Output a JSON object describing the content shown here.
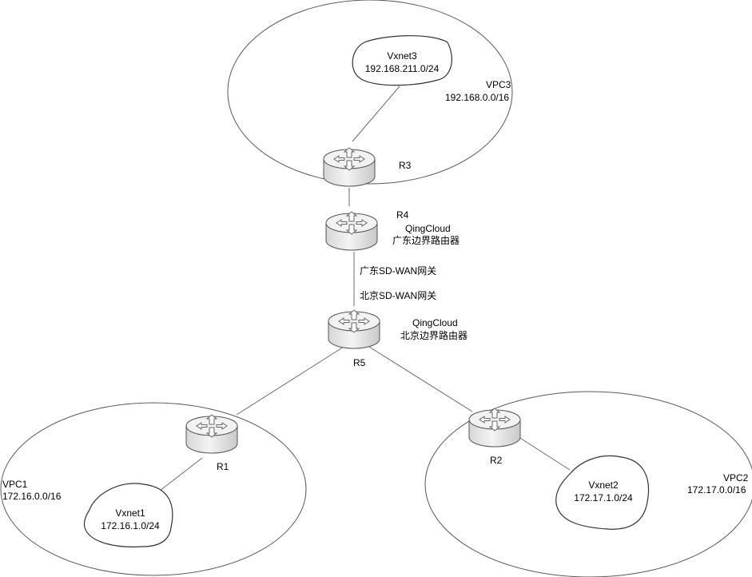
{
  "colors": {
    "router_top": "#f2f2f2",
    "router_side_light": "#ececec",
    "router_side_dark": "#cfcfcf",
    "outline": "#555555"
  },
  "vpcs": {
    "vpc3": {
      "name": "VPC3",
      "cidr": "192.168.0.0/16"
    },
    "vpc1": {
      "name": "VPC1",
      "cidr": "172.16.0.0/16"
    },
    "vpc2": {
      "name": "VPC2",
      "cidr": "172.17.0.0/16"
    }
  },
  "vxnets": {
    "vxnet3": {
      "name": "Vxnet3",
      "cidr": "192.168.211.0/24"
    },
    "vxnet1": {
      "name": "Vxnet1",
      "cidr": "172.16.1.0/24"
    },
    "vxnet2": {
      "name": "Vxnet2",
      "cidr": "172.17.1.0/24"
    }
  },
  "routers": {
    "r3": {
      "name": "R3",
      "icon": "router-icon"
    },
    "r4": {
      "name": "R4",
      "desc1": "QingCloud",
      "desc2": "广东边界路由器",
      "icon": "router-icon"
    },
    "r5": {
      "name": "R5",
      "desc1": "QingCloud",
      "desc2": "北京边界路由器",
      "icon": "router-icon"
    },
    "r1": {
      "name": "R1",
      "icon": "router-icon"
    },
    "r2": {
      "name": "R2",
      "icon": "router-icon"
    }
  },
  "gateways": {
    "guangdong": "广东SD-WAN网关",
    "beijing": "北京SD-WAN网关"
  }
}
